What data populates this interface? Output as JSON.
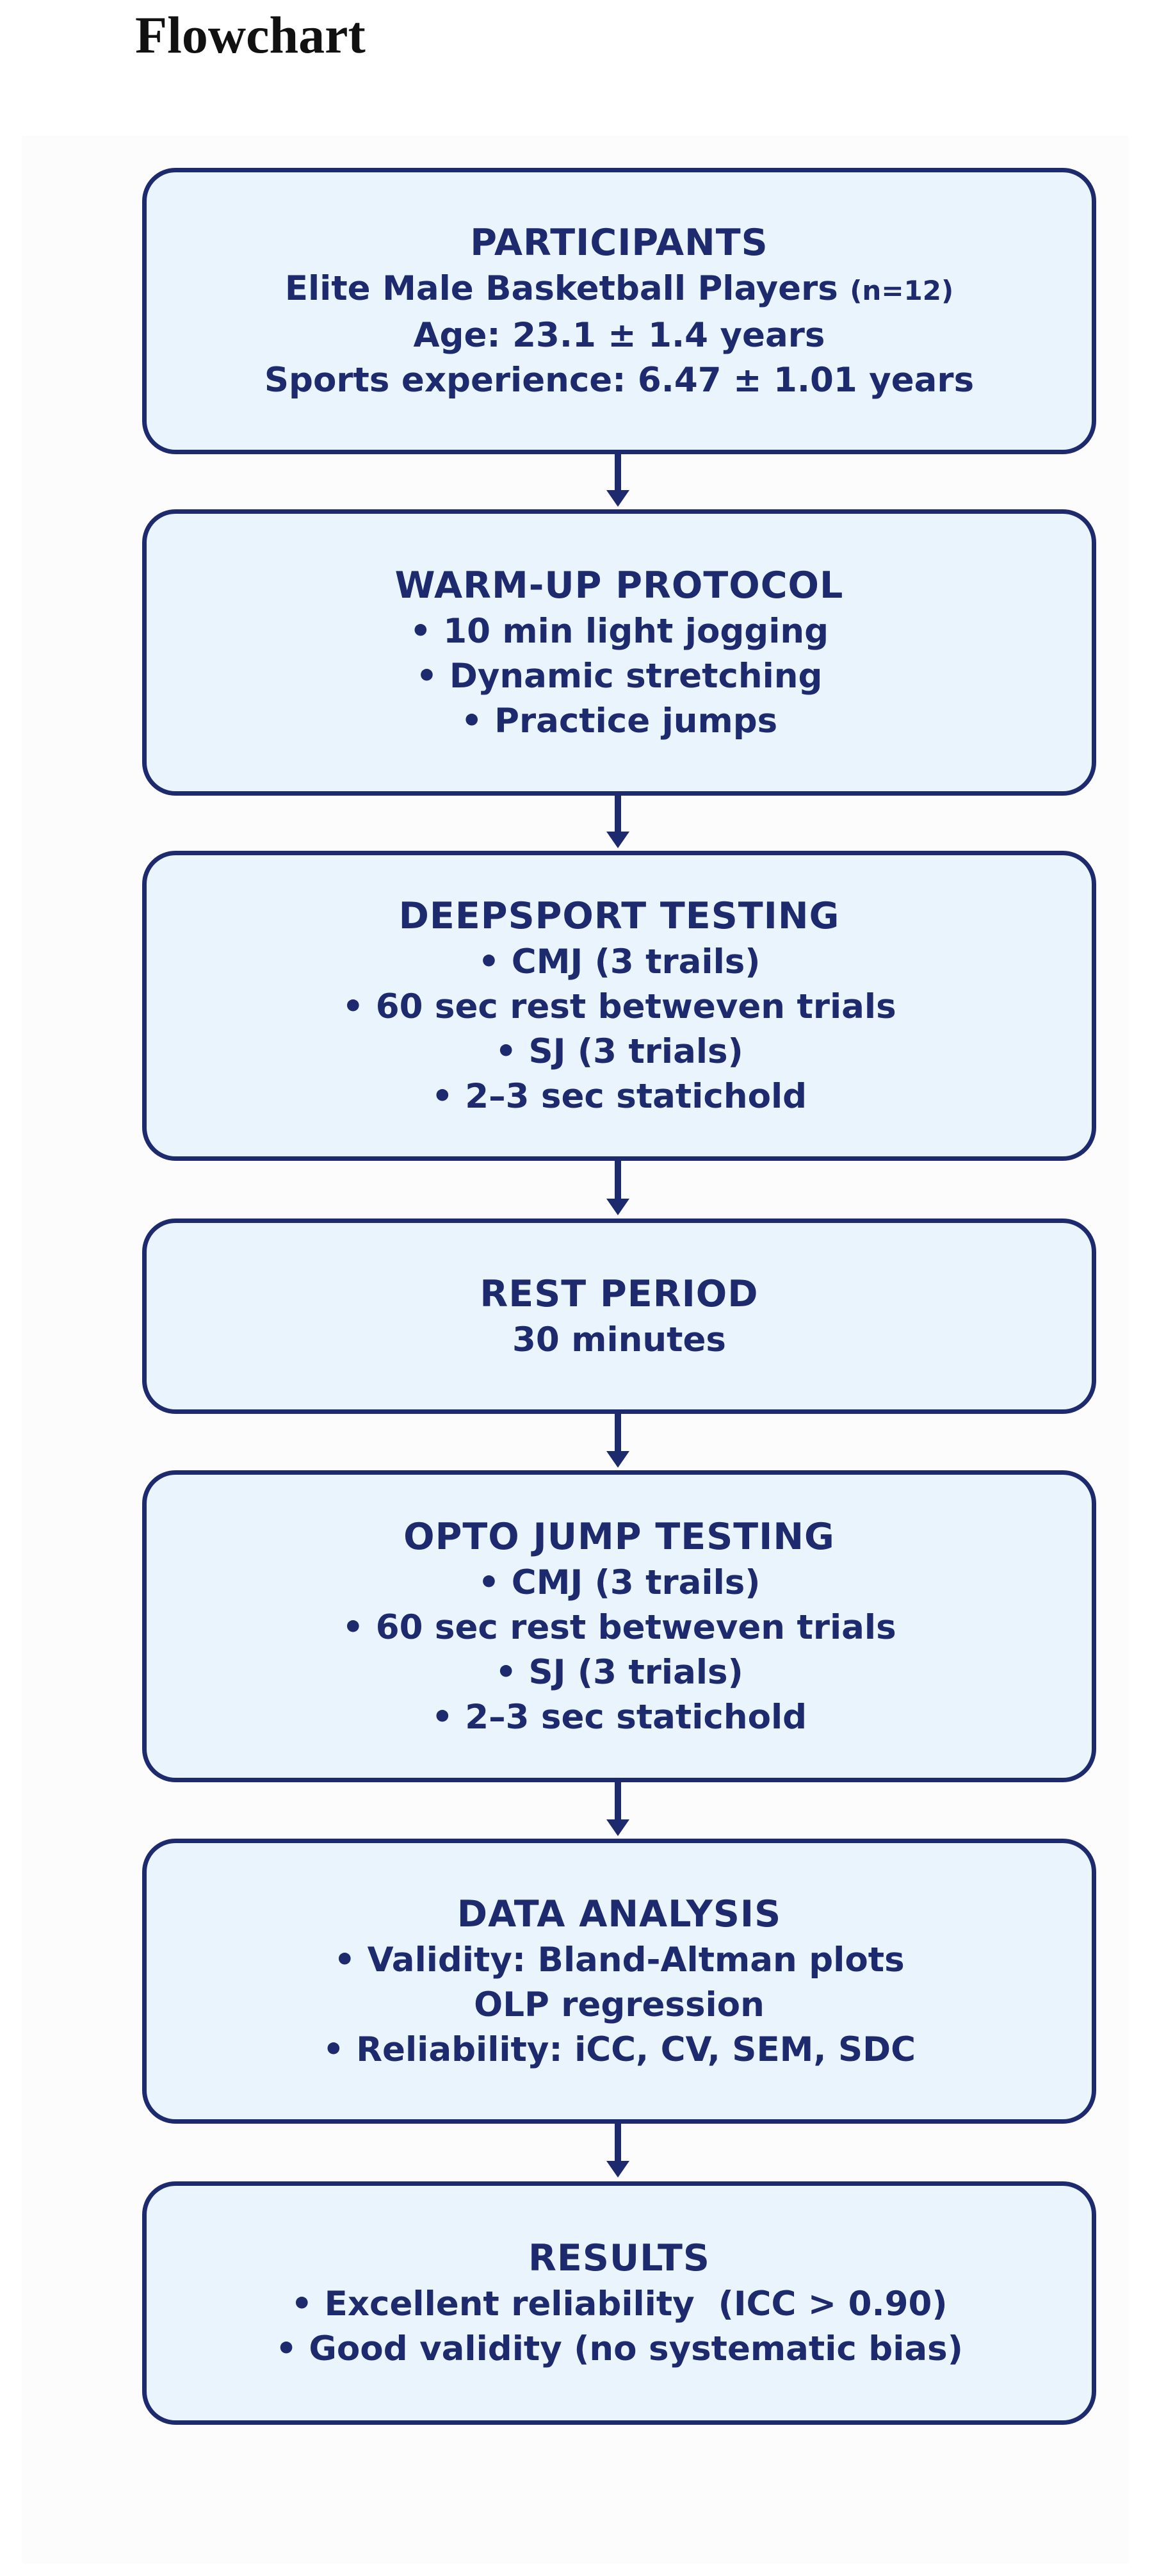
{
  "heading": "Flowchart",
  "colors": {
    "box_border": "#1e2a6e",
    "box_fill": "#e9f4fc",
    "text": "#1e2a6e"
  },
  "steps": [
    {
      "title": "PARTICIPANTS",
      "line1_main": "Elite Male Basketball Players ",
      "line1_small": "(n=12)",
      "line2": "Age: 23.1 ± 1.4 years",
      "line3": "Sports experience: 6.47 ± 1.01 years"
    },
    {
      "title": "WARM-UP PROTOCOL",
      "lines": [
        "• 10 min light jogging",
        "• Dynamic stretching",
        "• Practice jumps"
      ]
    },
    {
      "title": "DEEPSPORT TESTING",
      "lines": [
        "• CMJ (3 trails)",
        "• 60 sec rest betweven trials",
        "• SJ (3 trials)",
        "• 2–3 sec statichold"
      ]
    },
    {
      "title": "REST PERIOD",
      "lines": [
        "30 minutes"
      ]
    },
    {
      "title": "OPTO JUMP TESTING",
      "lines": [
        "• CMJ (3 trails)",
        "• 60 sec rest betweven trials",
        "• SJ (3 trials)",
        "• 2–3 sec statichold"
      ]
    },
    {
      "title": "DATA ANALYSIS",
      "lines": [
        "• Validity: Bland-Altman plots",
        "OLP regression",
        "• Reliability: iCC, CV, SEM, SDC"
      ]
    },
    {
      "title": "RESULTS",
      "lines": [
        "• Excellent reliability  (ICC > 0.90)",
        "• Good validity (no systematic bias)"
      ]
    }
  ]
}
